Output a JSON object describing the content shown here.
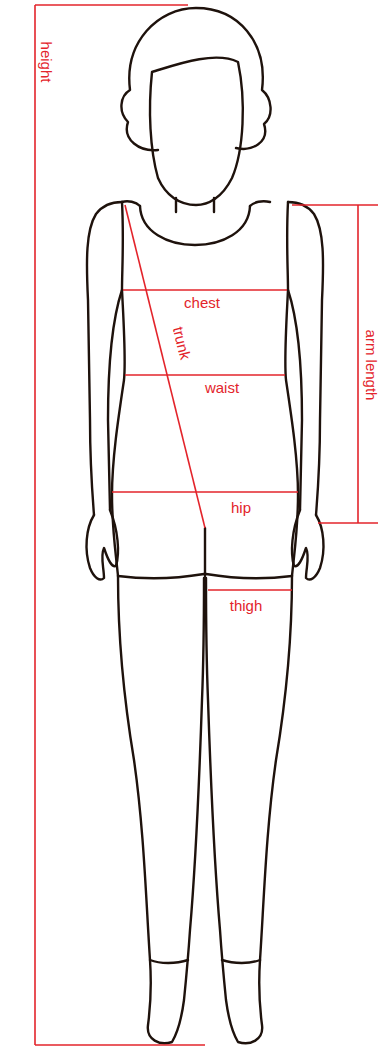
{
  "diagram": {
    "labels": [
      "height",
      "chest",
      "trunk",
      "waist",
      "hip",
      "thigh",
      "arm length"
    ]
  }
}
